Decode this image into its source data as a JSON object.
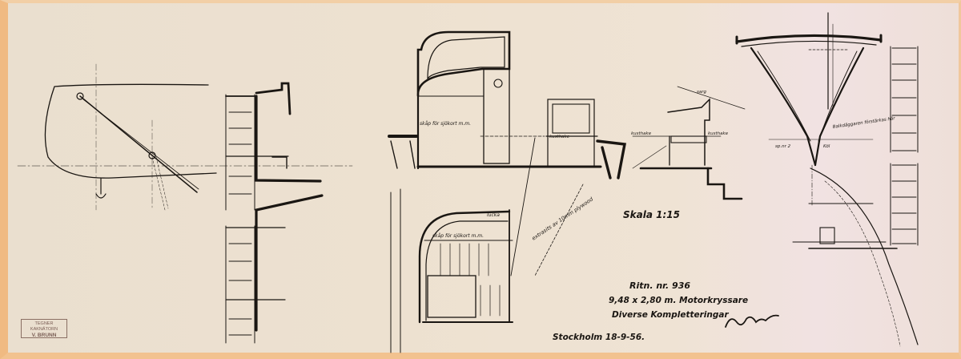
{
  "labels": {
    "cabinet_1": "skåp för sjökort m.m.",
    "cabinet_2": "skåp för sjökort m.m.",
    "hatch": "lucka",
    "plywood": "extrasits av 10mm plywood",
    "hook_1": "kusthake",
    "hook_2": "kusthake",
    "hook_3": "kusthake",
    "sarg": "sarg",
    "frame_no": "sp.nr 2",
    "keel": "Köl",
    "deck_beam": "Balkdäggaren förstärkas här"
  },
  "title_block": {
    "scale": "Skala 1:15",
    "drawing_no": "Ritn. nr. 936",
    "vessel": "9,48 x 2,80 m. Motorkryssare",
    "subject": "Diverse Kompletteringar",
    "place_date": "Stockholm 18-9-56."
  },
  "stamp": {
    "line1": "TEGNER KAKNÄTORN",
    "line2": "V. BRUNN"
  },
  "colors": {
    "ink": "#1a1612",
    "paper": "#ede1d0",
    "margin": "#f0ba82"
  }
}
